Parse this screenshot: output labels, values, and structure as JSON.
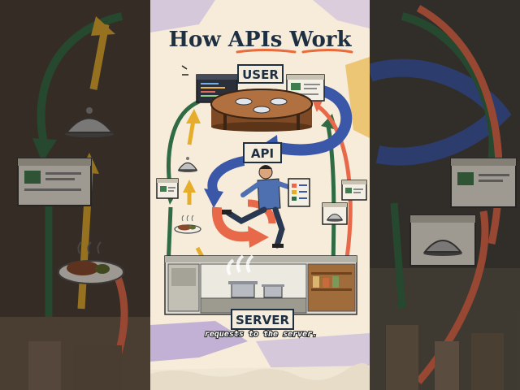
{
  "title": "How APIs Work",
  "labels": {
    "user": "USER",
    "api": "API",
    "server": "SERVER"
  },
  "caption": "requests to the server.",
  "colors": {
    "background": "#f6ecd9",
    "title": "#1e2f42",
    "title_underline": "#e96a3a",
    "arrow_blue": "#3b57a8",
    "arrow_orange": "#e8694a",
    "arrow_green": "#2f6b44",
    "arrow_yellow": "#e5ad2a",
    "wood": "#9b6136",
    "label_border": "#1e2f42"
  },
  "icons": [
    "code-window-icon",
    "browser-window-icon",
    "cloche-icon",
    "steak-plate-icon",
    "checklist-icon",
    "pot-icon"
  ]
}
